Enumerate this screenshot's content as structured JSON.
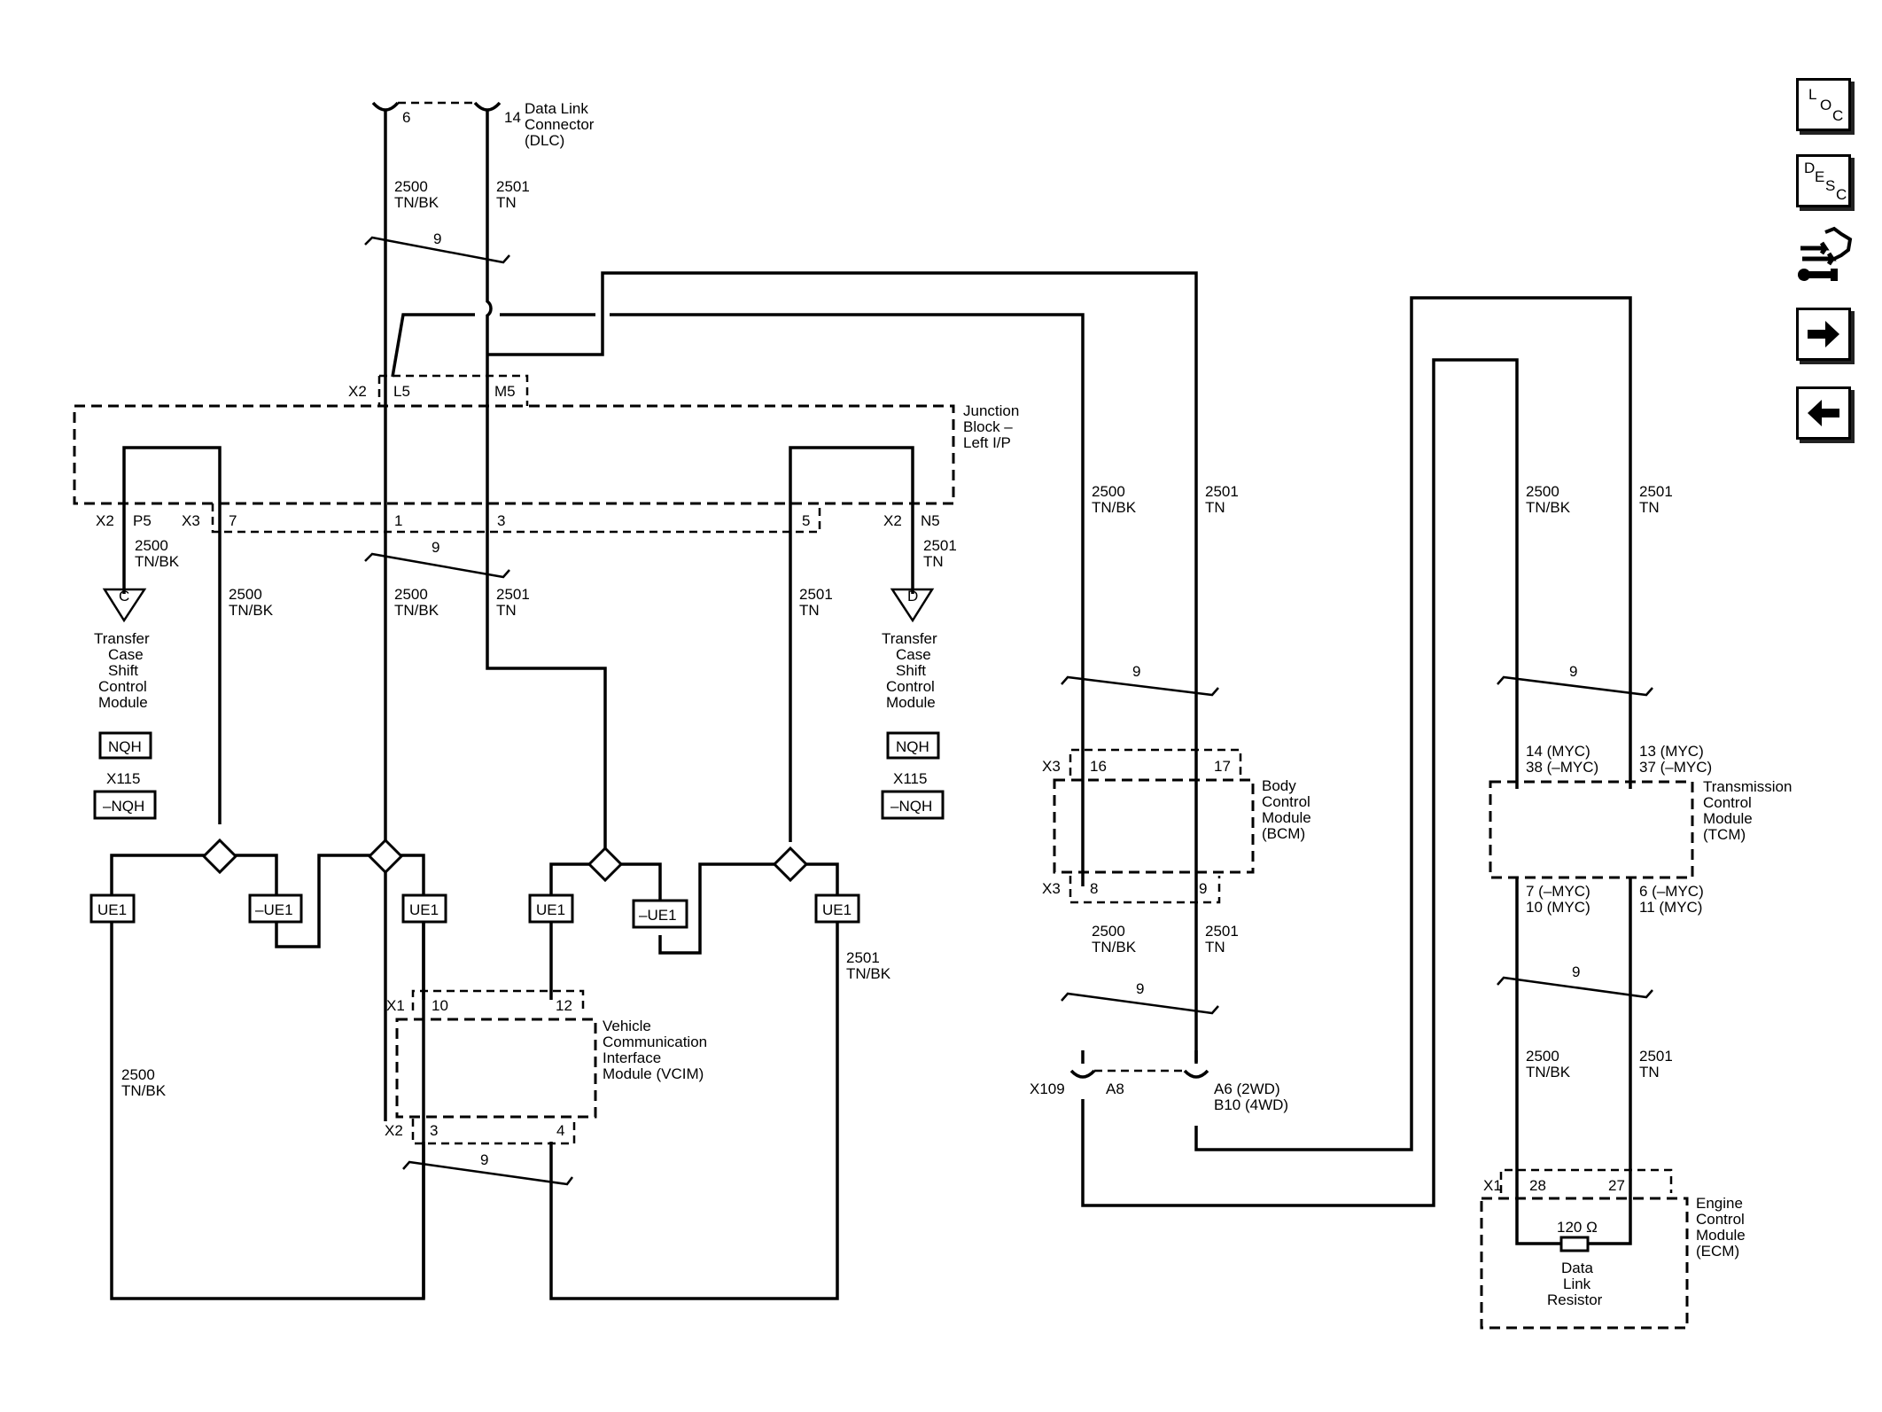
{
  "dlc": {
    "pin_a": "6",
    "pin_b": "14",
    "name": [
      "Data Link",
      "Connector",
      "(DLC)"
    ]
  },
  "circuits": {
    "c2500": [
      "2500",
      "TN/BK"
    ],
    "c2501": [
      "2501",
      "TN"
    ],
    "c2501b": [
      "2501",
      "TN/BK"
    ],
    "twist": "9"
  },
  "junction_block": {
    "name": [
      "Junction",
      "Block –",
      "Left I/P"
    ],
    "x2": "X2",
    "x3": "X3",
    "pins": {
      "L5": "L5",
      "M5": "M5",
      "P5": "P5",
      "N5": "N5",
      "p7": "7",
      "p1": "1",
      "p3": "3",
      "p5": "5"
    }
  },
  "tccm_left": {
    "tag": "C",
    "name": [
      "Transfer",
      "Case",
      "Shift",
      "Control",
      "Module"
    ]
  },
  "tccm_right": {
    "tag": "D",
    "name": [
      "Transfer",
      "Case",
      "Shift",
      "Control",
      "Module"
    ]
  },
  "options": {
    "nqh": "NQH",
    "not_nqh": "–NQH",
    "ue1": "UE1",
    "not_ue1": "–UE1"
  },
  "x115": "X115",
  "vcim": {
    "x1": "X1",
    "x2": "X2",
    "pin10": "10",
    "pin12": "12",
    "pin3": "3",
    "pin4": "4",
    "name": [
      "Vehicle",
      "Communication",
      "Interface",
      "Module (VCIM)"
    ]
  },
  "bcm": {
    "x3": "X3",
    "pin16": "16",
    "pin17": "17",
    "pin8": "8",
    "pin9": "9",
    "name": [
      "Body",
      "Control",
      "Module",
      "(BCM)"
    ]
  },
  "x109": {
    "label": "X109",
    "a8": "A8",
    "a6": "A6 (2WD)",
    "b10": "B10 (4WD)"
  },
  "tcm": {
    "pins_top_left": [
      "14 (MYC)",
      "38 (–MYC)"
    ],
    "pins_top_right": [
      "13 (MYC)",
      "37 (–MYC)"
    ],
    "pins_bot_left": [
      "7 (–MYC)",
      "10 (MYC)"
    ],
    "pins_bot_right": [
      "6 (–MYC)",
      "11 (MYC)"
    ],
    "name": [
      "Transmission",
      "Control",
      "Module",
      "(TCM)"
    ]
  },
  "ecm": {
    "x1": "X1",
    "pin28": "28",
    "pin27": "27",
    "resistor": "120 Ω",
    "resistor_name": [
      "Data",
      "Link",
      "Resistor"
    ],
    "name": [
      "Engine",
      "Control",
      "Module",
      "(ECM)"
    ]
  },
  "nav": {
    "loc": [
      "L",
      "O",
      "C"
    ],
    "desc": [
      "D",
      "E",
      "S",
      "C"
    ]
  }
}
